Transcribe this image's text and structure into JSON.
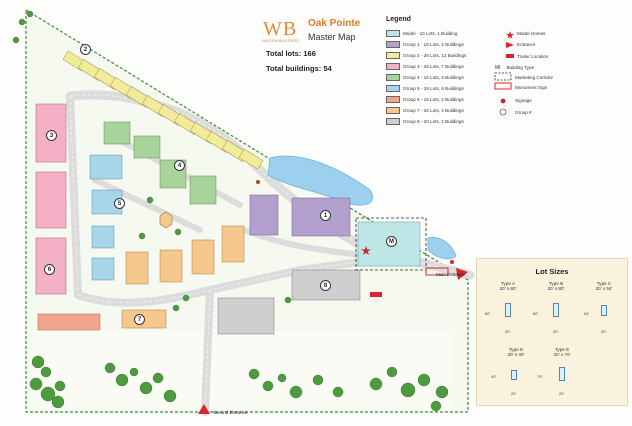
{
  "header": {
    "logo_text": "WB",
    "logo_sub": "WILSON BUILDERS",
    "title_line1": "Oak Pointe",
    "title_line2": "Master Map",
    "total_lots": "Total lots: 166",
    "total_buildings": "Total buildings: 54"
  },
  "legend": {
    "title": "Legend",
    "groups": [
      {
        "label": "Model - 10 Lots, 1 Building",
        "color": "#bde6e6"
      },
      {
        "label": "Group 1 - 16 Lots, 2 Buildings",
        "color": "#b3a0cf"
      },
      {
        "label": "Group 2 - 26 Lots, 13 Buildings",
        "color": "#f2ec9a"
      },
      {
        "label": "Group 3 - 26 Lots, 7 Buildings",
        "color": "#f4b1c6"
      },
      {
        "label": "Group 4 - 16 Lots, 4 Buildings",
        "color": "#a8d39a"
      },
      {
        "label": "Group 5 - 18 Lots, 6 Buildings",
        "color": "#a7d5ea"
      },
      {
        "label": "Group 6 - 16 Lots, 2 Buildings",
        "color": "#f3a48e"
      },
      {
        "label": "Group 7 - 26 Lots, 4 Buildings",
        "color": "#f7c88e"
      },
      {
        "label": "Group 8 - 20 Lots, 2 Buildings",
        "color": "#cfcfcf"
      }
    ],
    "symbols": [
      {
        "label": "Model Homes",
        "icon": "star"
      },
      {
        "label": "Entrance",
        "icon": "triangle"
      },
      {
        "label": "Trailer Location",
        "icon": "red-rect"
      },
      {
        "label": "Building Type",
        "icon": "text",
        "glyph": "MI"
      },
      {
        "label": "Marketing Corridor",
        "icon": "dashed-box"
      },
      {
        "label": "Monument Sign",
        "icon": "red-box"
      },
      {
        "label": "Signage",
        "icon": "dot"
      },
      {
        "label": "Group #",
        "icon": "circle-num"
      }
    ]
  },
  "lot_sizes": {
    "title": "Lot Sizes",
    "types": [
      {
        "name": "Type A",
        "size": "20' x 80'",
        "w_dim": "20'",
        "h_dim": "80'"
      },
      {
        "name": "Type B",
        "size": "20' x 80'",
        "w_dim": "20'",
        "h_dim": "80'"
      },
      {
        "name": "Type C",
        "size": "20' x 54'",
        "w_dim": "20'",
        "h_dim": "54'"
      },
      {
        "name": "Type D",
        "size": "20' x 40'",
        "w_dim": "20'",
        "h_dim": "40'"
      },
      {
        "name": "Type E",
        "size": "20' x 70'",
        "w_dim": "20'",
        "h_dim": "70'"
      }
    ]
  },
  "map_labels": {
    "main_entrance": "Main Entrance",
    "second_entrance": "Second Entrance",
    "group_numbers": [
      "1",
      "2",
      "3",
      "4",
      "5",
      "6",
      "7",
      "8",
      "M"
    ]
  },
  "colors": {
    "road": "#e3e3e3",
    "grass": "#f6f9ef",
    "water": "#9dd0ee",
    "tree": "#4e9a3f",
    "boundary": "#3d8a3d",
    "accent_red": "#d6262f"
  }
}
